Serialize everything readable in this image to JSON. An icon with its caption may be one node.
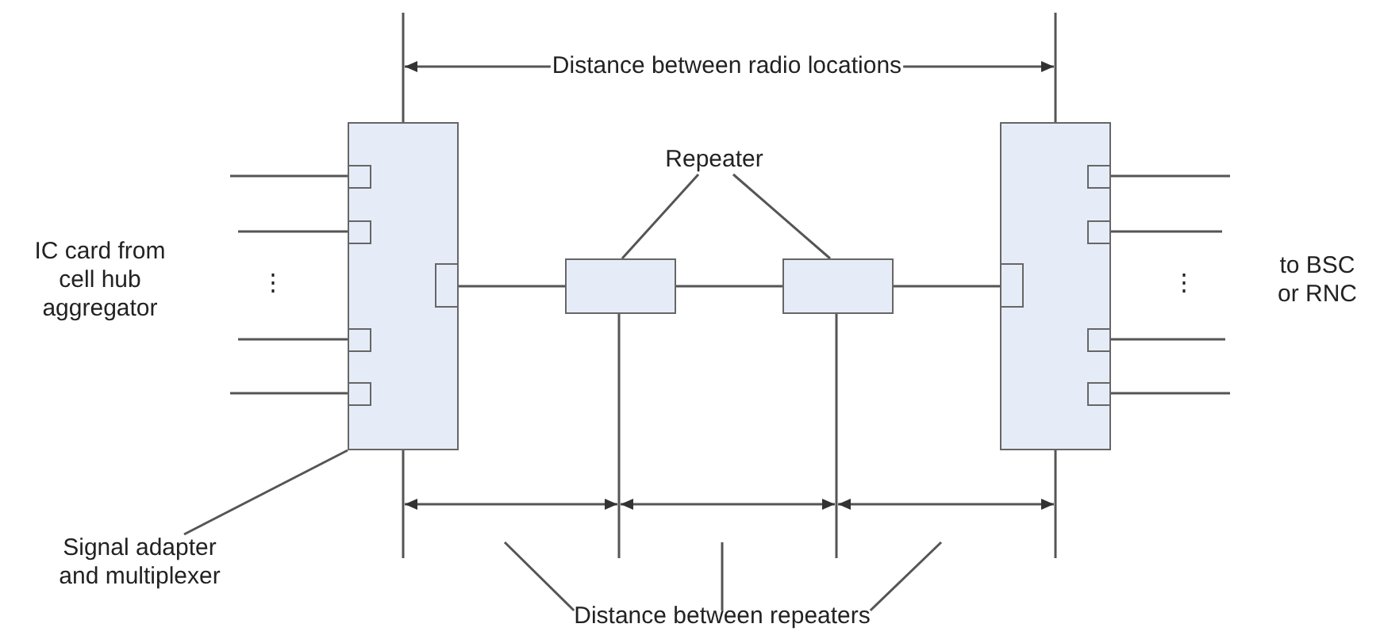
{
  "diagram": {
    "nodes": [
      {
        "text": [],
        "shape": "box"
      },
      {
        "text": [],
        "shape": "box"
      },
      {
        "text": [],
        "shape": "box"
      },
      {
        "text": [],
        "shape": "box"
      },
      {
        "text": [
          "Repeater"
        ]
      },
      {
        "text": [
          "Signal adapter and multiplexer"
        ]
      },
      {
        "text": [
          "Distance between repeaters"
        ]
      }
    ],
    "edges": [
      {
        "from": 0,
        "to": 1,
        "arrow": "none"
      },
      {
        "from": 1,
        "to": 2,
        "arrow": "none"
      },
      {
        "from": 2,
        "to": 3,
        "arrow": "none"
      },
      {
        "from": null,
        "to": 0,
        "arrow": "none"
      },
      {
        "from": null,
        "to": 0,
        "arrow": "none"
      },
      {
        "from": null,
        "to": 0,
        "arrow": "none"
      },
      {
        "from": null,
        "to": 0,
        "arrow": "none"
      },
      {
        "from": 3,
        "to": null,
        "arrow": "none"
      },
      {
        "from": 3,
        "to": null,
        "arrow": "none"
      },
      {
        "from": 3,
        "to": null,
        "arrow": "none"
      },
      {
        "from": 3,
        "to": null,
        "arrow": "none"
      },
      {
        "from": 4,
        "to": 1,
        "arrow": "none"
      },
      {
        "from": 4,
        "to": 2,
        "arrow": "none"
      },
      {
        "from": 5,
        "to": 0,
        "arrow": "none"
      },
      {
        "from": 6,
        "to": null,
        "arrow": "none"
      },
      {
        "from": 6,
        "to": null,
        "arrow": "none"
      },
      {
        "from": 6,
        "to": null,
        "arrow": "none"
      }
    ],
    "labels": [
      "Distance between radio locations",
      "IC card from cell hub aggregator",
      "⋮",
      "to BSC or RNC",
      "⋮"
    ]
  }
}
